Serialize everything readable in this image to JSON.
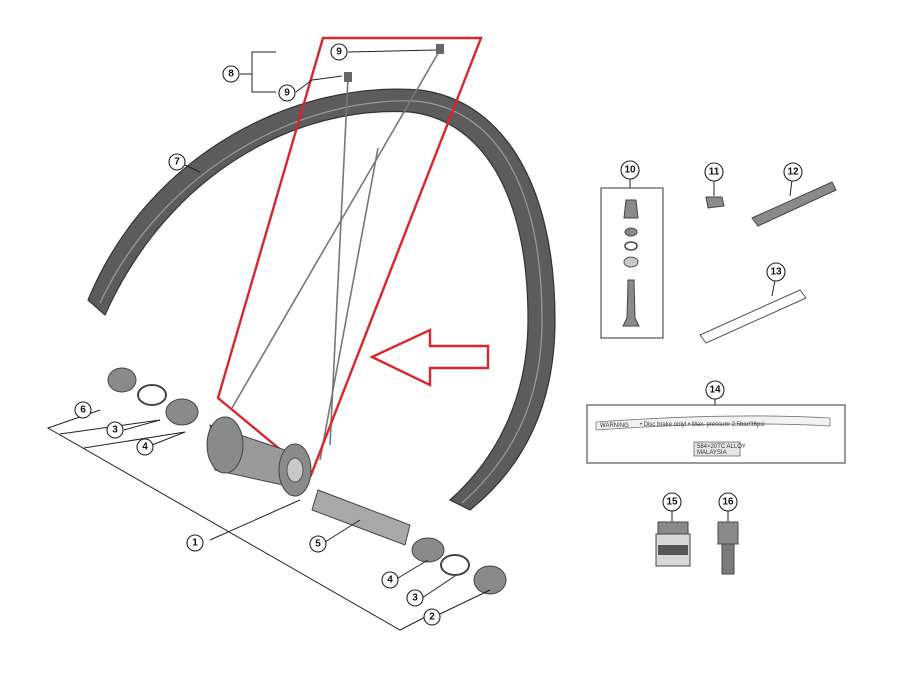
{
  "callouts": [
    {
      "id": "c1",
      "label": "1"
    },
    {
      "id": "c2",
      "label": "2"
    },
    {
      "id": "c3a",
      "label": "3"
    },
    {
      "id": "c3b",
      "label": "3"
    },
    {
      "id": "c4a",
      "label": "4"
    },
    {
      "id": "c4b",
      "label": "4"
    },
    {
      "id": "c5",
      "label": "5"
    },
    {
      "id": "c6",
      "label": "6"
    },
    {
      "id": "c7",
      "label": "7"
    },
    {
      "id": "c8",
      "label": "8"
    },
    {
      "id": "c9a",
      "label": "9"
    },
    {
      "id": "c9b",
      "label": "9"
    },
    {
      "id": "c10",
      "label": "10"
    },
    {
      "id": "c11",
      "label": "11"
    },
    {
      "id": "c12",
      "label": "12"
    },
    {
      "id": "c13",
      "label": "13"
    },
    {
      "id": "c14",
      "label": "14"
    },
    {
      "id": "c15",
      "label": "15"
    },
    {
      "id": "c16",
      "label": "16"
    }
  ],
  "sticker": {
    "warning": "WARNING",
    "text": "• Disc brake only!  • Max. pressure 2.5bar/36psi",
    "spec_line1": "584×20TC ALLOY",
    "spec_line2": "MALAYSIA"
  },
  "colors": {
    "highlight": "#d9262c",
    "rim": "#555555",
    "line": "#222222"
  }
}
